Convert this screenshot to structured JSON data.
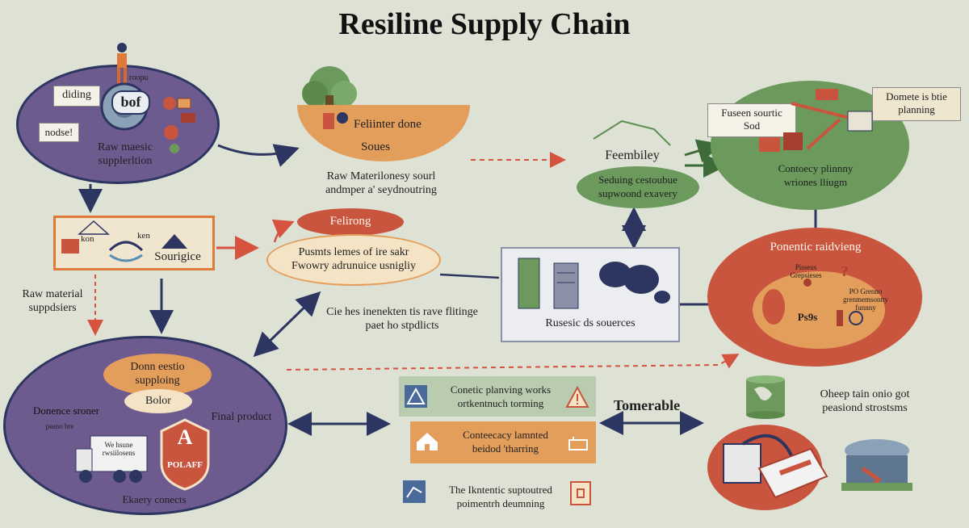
{
  "title": "Resiline Supply Chain",
  "raw_node": {
    "tag_left": "diding",
    "tag_center": "bof",
    "tag_top": "roopu",
    "tag_note": "nodse!",
    "label": "Raw maesic\nsupplerltion"
  },
  "feliinter_node": {
    "line1": "Feliinter done",
    "line2": "Soues",
    "caption": "Raw Materilonesy sourl\nandmper a' seydnoutring"
  },
  "feembiley_node": {
    "title": "Feembiley",
    "pill": "Seduing cestoubue\nsupwoond exavery"
  },
  "contency_node": {
    "box_left": "Fuseen sourtic\nSod",
    "box_right": "Domete is btie\nplanning",
    "caption": "Contoecy plinnny\nwriones lliugm"
  },
  "souri_box": {
    "small_label": "kon",
    "small_label2": "ken",
    "label": "Sourigice"
  },
  "raw_material_label": "Raw material\nsuppdsiers",
  "felirong_node": {
    "pill": "Felirong",
    "text": "Pusmts lemes of ire sakr\nFwowry adrunuice usnigliy"
  },
  "resource_panel": {
    "label": "Rusesic ds souerces"
  },
  "mid_note": "Cie hes inenekten tis rave flitinge\npaet ho stpdlicts",
  "ponentic_node": {
    "title": "Ponentic raidvieng",
    "tag1": "Pisseus\nGrepsieses",
    "tag2": "?",
    "tag3": "PO Grenno\ngrenmemsontty\nfunnny",
    "tag4": "Ps9s"
  },
  "bottom_left_node": {
    "pill": "Donn eestio\nsupploing",
    "pill2": "Bolor",
    "left_label": "Donence sroner",
    "left_small": "pseno bre",
    "right_label": "Final product",
    "truck_text": "We hsune\nrwsiilosens",
    "shield_letter": "A",
    "shield_text": "POLAFF",
    "bottom_label": "Ekaery conects"
  },
  "cards": [
    {
      "text": "Conetic planving works\nortkentnuch torming"
    },
    {
      "text": "Conteecacy lamnted\nbeidod 'tharring"
    },
    {
      "text": "The Ikntentic suptoutred\npoimentrh deumning"
    }
  ],
  "tomerable": "Tomerable",
  "right_note": "Oheep tain onio got\npeasiond strostsms",
  "colors": {
    "purple": "#6d5b8f",
    "orange": "#e39e5c",
    "green": "#6b9a5c",
    "red": "#c9553f",
    "navy": "#2d3561",
    "dashed_red": "#d5533f"
  }
}
